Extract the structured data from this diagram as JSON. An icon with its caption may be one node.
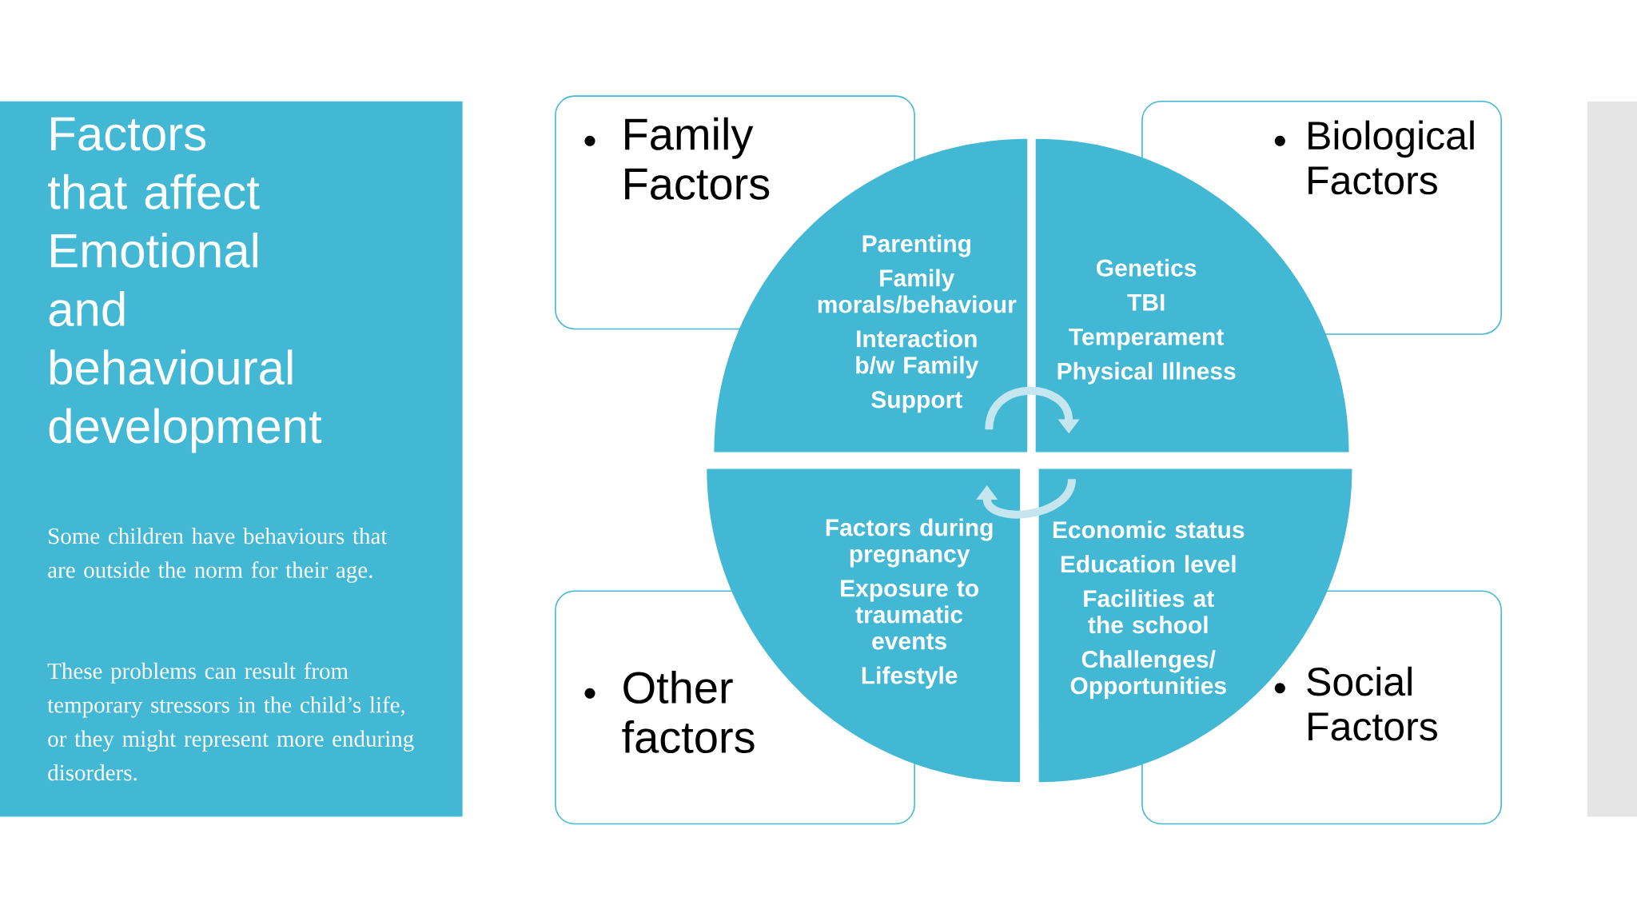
{
  "diagram": {
    "title": "Factors that affect Emotional and behavioural development",
    "nodes": [
      {
        "text": [
          "Family Factors"
        ]
      },
      {
        "text": [
          "Biological Factors"
        ]
      },
      {
        "text": [
          "Other factors"
        ]
      },
      {
        "text": [
          "Social Factors"
        ]
      },
      {
        "text": [
          "Parenting",
          "Family morals/behaviour",
          "Interaction b/w Family",
          "Support"
        ]
      },
      {
        "text": [
          "Genetics",
          "TBI",
          "Temperament",
          "Physical Illness"
        ]
      },
      {
        "text": [
          "Factors during pregnancy",
          "Exposure to traumatic events",
          "Lifestyle"
        ]
      },
      {
        "text": [
          "Economic status",
          "Education level",
          "Facilities at the school",
          "Challenges/ Opportunities"
        ]
      },
      {
        "text": [],
        "shape": "bar"
      }
    ],
    "edges": [
      {
        "from": 4,
        "to": 5,
        "arrow": "to"
      },
      {
        "from": 7,
        "to": 6,
        "arrow": "to"
      }
    ],
    "labels": [
      "Some children have behaviours that are outside the norm for their age.",
      "These problems can result from temporary stressors in the child’s life, or they might represent more enduring disorders."
    ]
  }
}
